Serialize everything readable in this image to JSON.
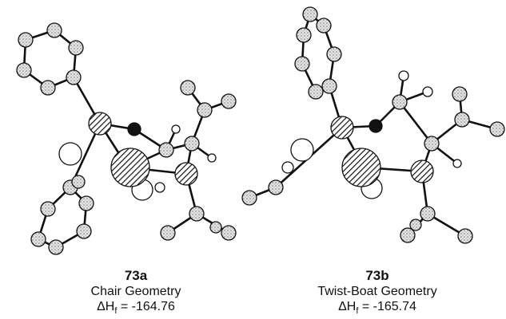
{
  "structures": [
    {
      "id": "73a",
      "geometry": "Chair Geometry",
      "hf_symbol": "ΔH",
      "hf_subscript": "f",
      "hf_value": "= -164.76"
    },
    {
      "id": "73b",
      "geometry": "Twist-Boat Geometry",
      "hf_symbol": "ΔH",
      "hf_subscript": "f",
      "hf_value": "= -165.74"
    }
  ],
  "colors": {
    "bond": "#111111",
    "carbon_fill": "#d9d9d9",
    "hydrogen_fill": "#ffffff",
    "oxygen_fill": "#111111",
    "heavy_atom_fill": "#bdbdbd"
  }
}
